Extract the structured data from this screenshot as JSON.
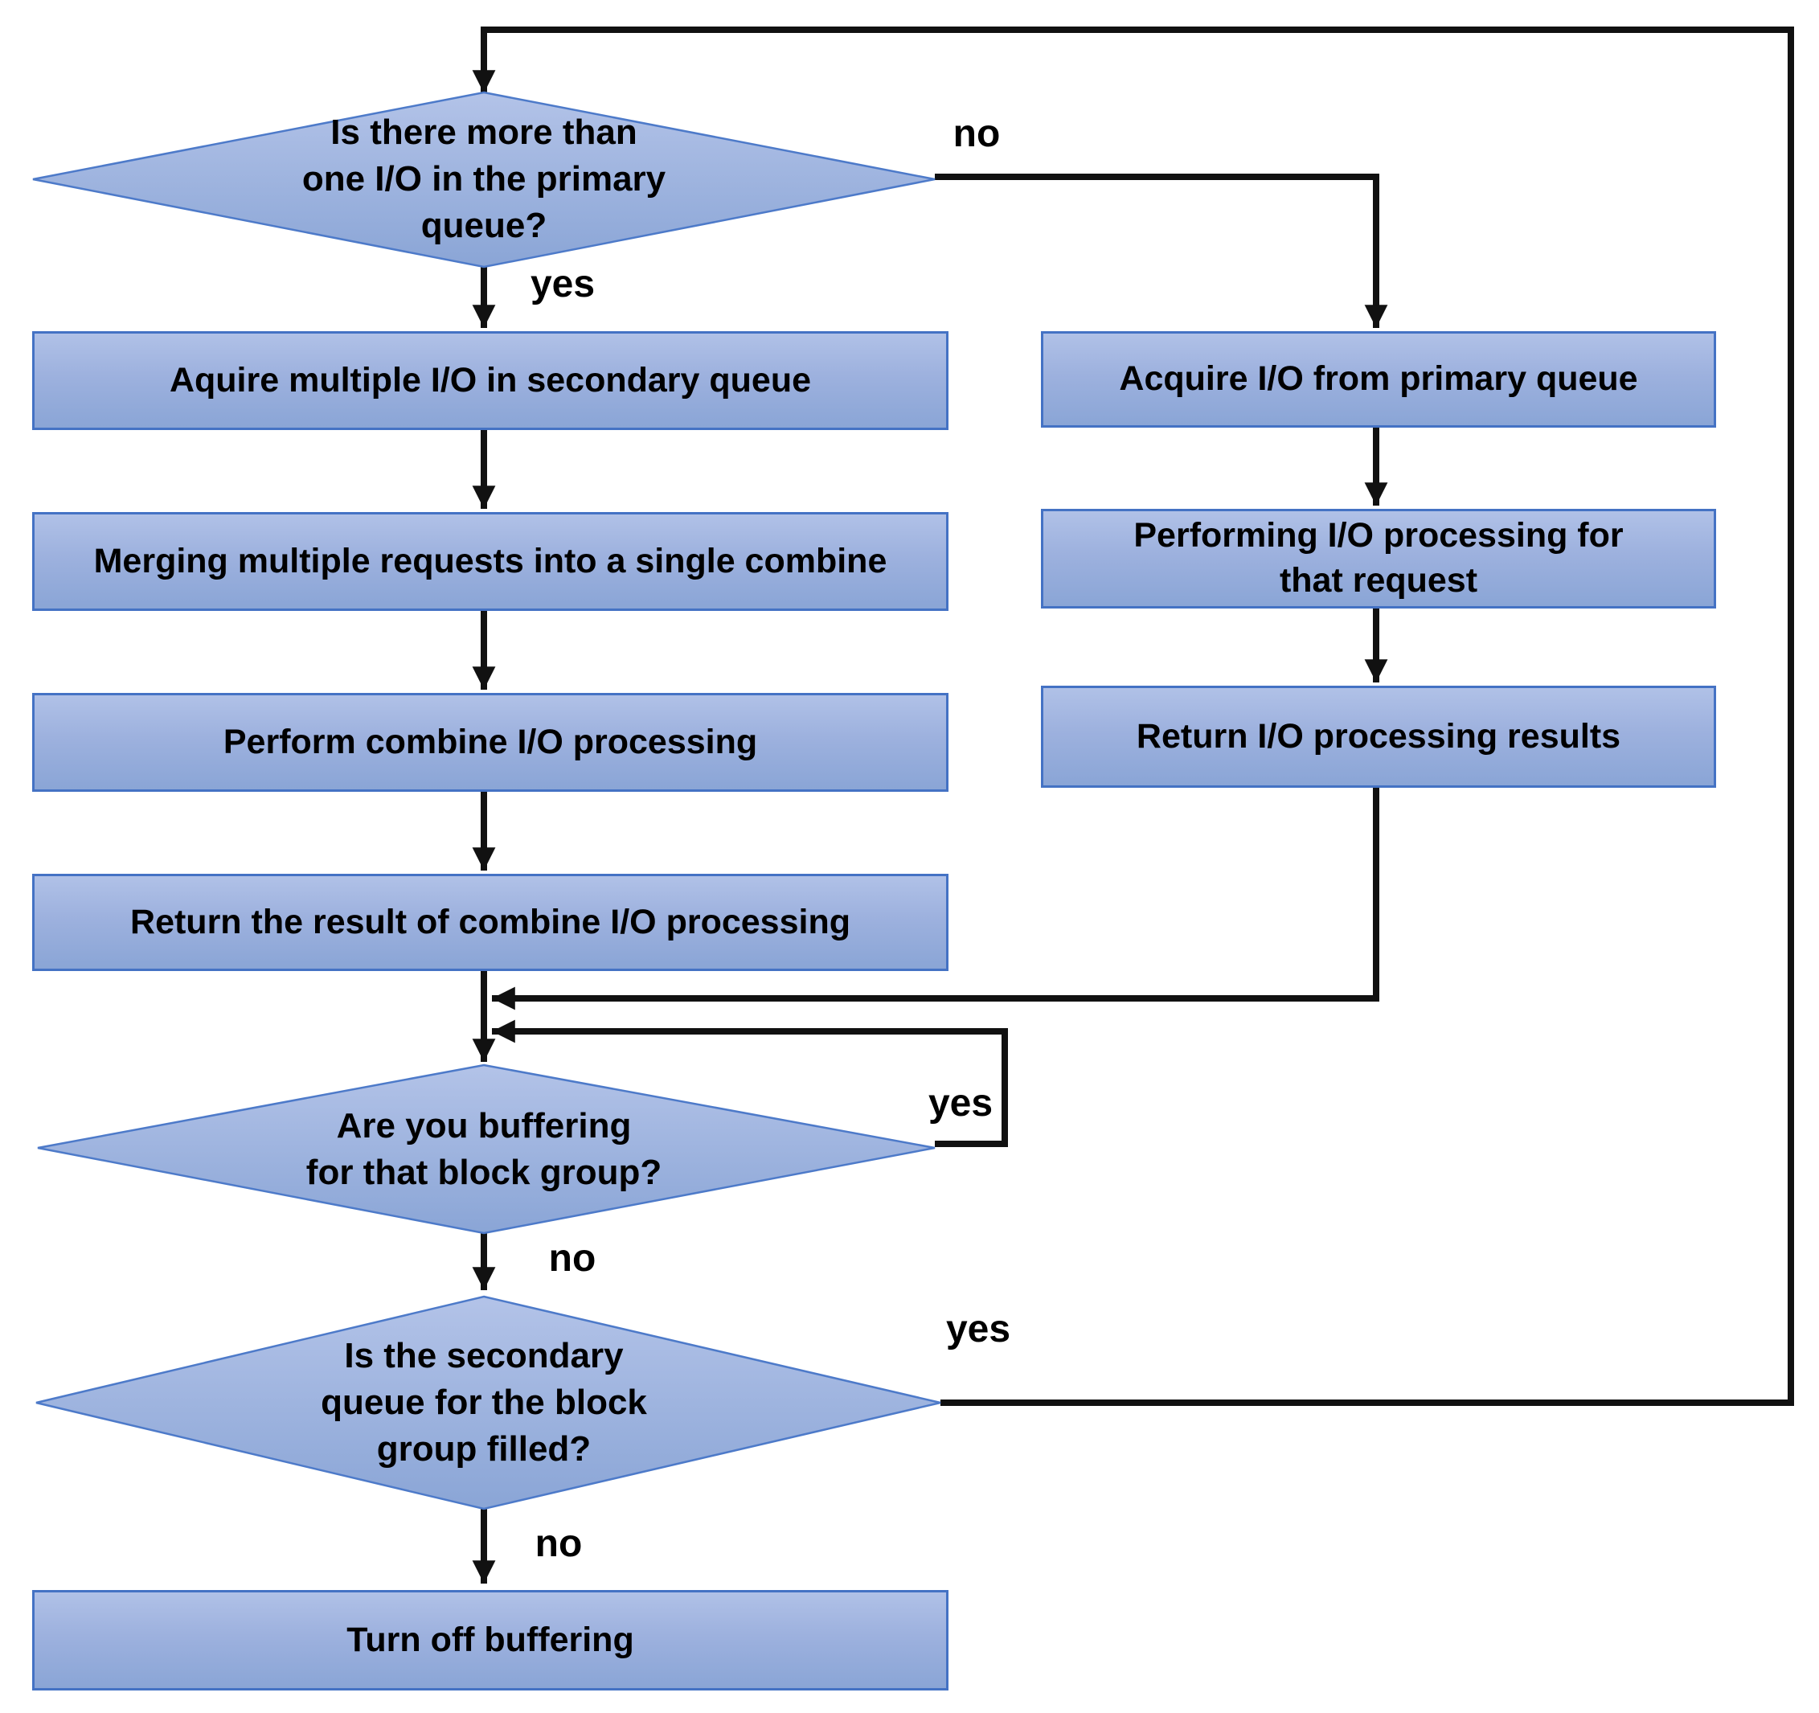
{
  "flowchart": {
    "decisions": {
      "d1": {
        "label": "Is there more than\none I/O in the primary\nqueue?"
      },
      "d2": {
        "label": "Are you buffering\nfor that block group?"
      },
      "d3": {
        "label": "Is the secondary\nqueue for the block\ngroup filled?"
      }
    },
    "processes": {
      "b1": {
        "label": "Aquire multiple I/O in secondary queue"
      },
      "b2": {
        "label": "Merging multiple requests into a single combine"
      },
      "b3": {
        "label": "Perform combine I/O processing"
      },
      "b4": {
        "label": "Return the result of combine I/O processing"
      },
      "b5": {
        "label": "Acquire I/O from primary queue"
      },
      "b6": {
        "label": "Performing I/O processing for\nthat request"
      },
      "b7": {
        "label": "Return I/O processing results"
      },
      "b8": {
        "label": "Turn off buffering"
      }
    },
    "edge_labels": {
      "d1_no": "no",
      "d1_yes": "yes",
      "d2_yes": "yes",
      "d2_no": "no",
      "d3_yes": "yes",
      "d3_no": "no"
    },
    "colors": {
      "node_fill_top": "#b0c1e7",
      "node_fill_bottom": "#8aa5d6",
      "node_border": "#4472c4",
      "diamond_border": "#4d7ac9",
      "connector": "#111111",
      "text": "#000000",
      "background": "#ffffff"
    }
  }
}
